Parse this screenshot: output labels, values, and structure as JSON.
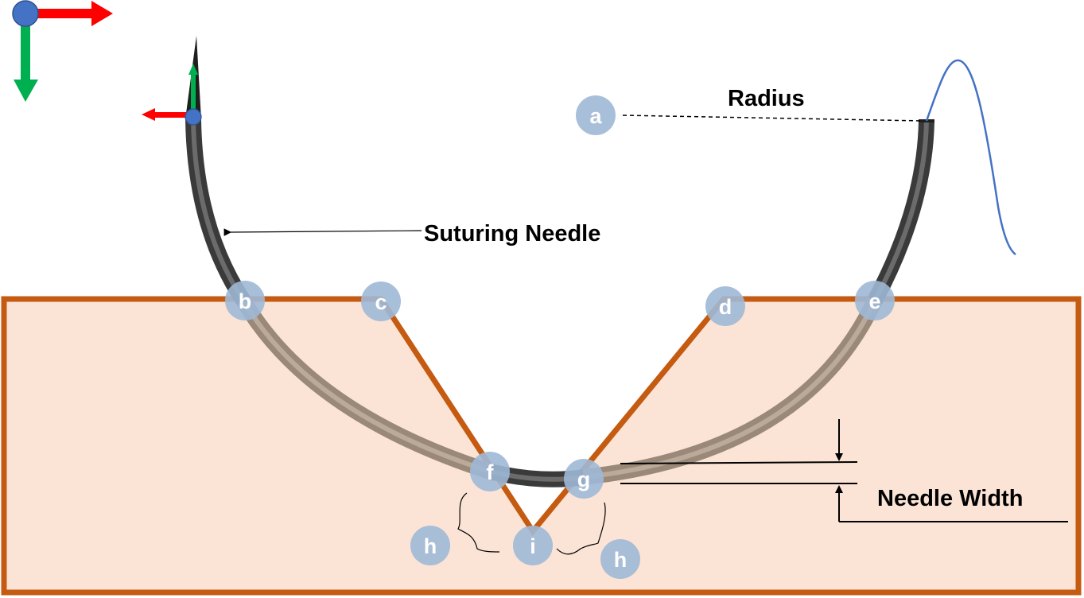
{
  "labels": {
    "radius": "Radius",
    "suturing_needle": "Suturing Needle",
    "needle_width": "Needle Width"
  },
  "points": {
    "a": "a",
    "b": "b",
    "c": "c",
    "d": "d",
    "e": "e",
    "f": "f",
    "g": "g",
    "h_left": "h",
    "i": "i",
    "h_right": "h"
  },
  "colors": {
    "tissue_fill": "#fbe4d6",
    "tissue_border": "#c55a11",
    "needle_dark": "#3f3f3f",
    "needle_embedded": "#a89584",
    "point_marker": "#9fb8d6",
    "axis_x": "#ff0000",
    "axis_y": "#00b050",
    "origin": "#4472c4",
    "thread": "#4472c4"
  }
}
